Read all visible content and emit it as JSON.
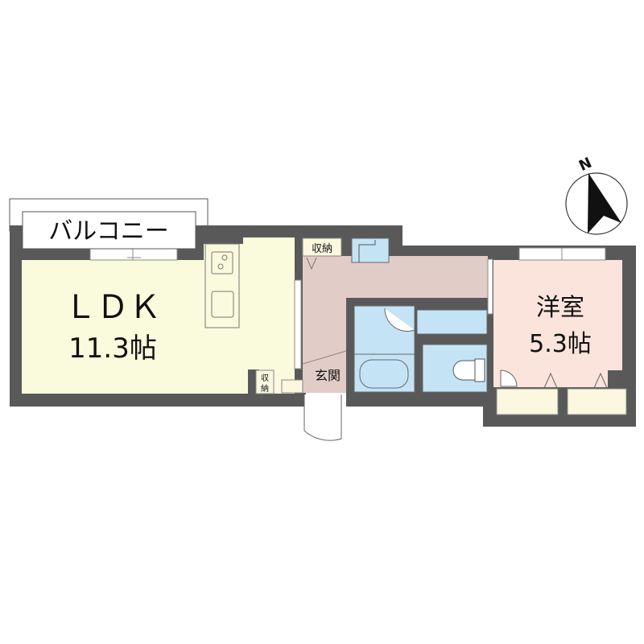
{
  "balcony": {
    "label": "バルコニー"
  },
  "rooms": {
    "ldk": {
      "name": "ＬＤＫ",
      "size": "11.3帖"
    },
    "western": {
      "name": "洋室",
      "size": "5.3帖"
    },
    "entrance": {
      "name": "玄関"
    },
    "storage_top": {
      "name": "収納"
    },
    "storage_ldk": {
      "name_top": "収",
      "name_bottom": "納"
    }
  },
  "compass": {
    "label": "N"
  },
  "colors": {
    "wall": "#595959",
    "ldk": "#fafadc",
    "hall": "#e2ccc7",
    "western": "#fbe4dc",
    "wet": "#c4e4f6",
    "closet": "#fbf8df"
  }
}
